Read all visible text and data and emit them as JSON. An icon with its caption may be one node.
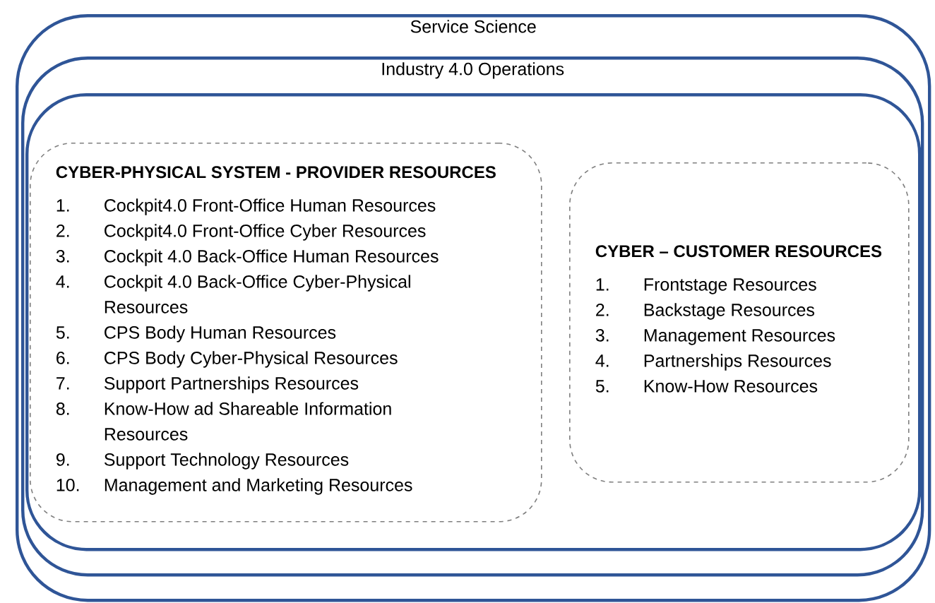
{
  "diagram": {
    "nodes": [
      {
        "text": [
          "Service Science"
        ]
      },
      {
        "text": [
          "Industry 4.0 Operations"
        ]
      },
      {
        "text": [],
        "shape": "box"
      },
      {
        "text": [
          "CYBER-PHYSICAL SYSTEM - PROVIDER RESOURCES",
          "1.",
          "Cockpit4.0 Front-Office Human Resources",
          "2.",
          "Cockpit4.0 Front-Office Cyber Resources",
          "3.",
          "Cockpit 4.0 Back-Office Human Resources",
          "4.",
          "Cockpit 4.0 Back-Office Cyber-Physical Resources",
          "5.",
          "CPS Body Human Resources",
          "6.",
          "CPS Body Cyber-Physical Resources",
          "7.",
          "Support Partnerships Resources",
          "8.",
          "Know-How ad Shareable Information Resources",
          "9.",
          "Support Technology Resources",
          "10.",
          "Management and Marketing Resources"
        ],
        "in": 2
      },
      {
        "text": [
          "CYBER – CUSTOMER RESOURCES",
          "1.",
          "Frontstage Resources",
          "2.",
          "Backstage Resources",
          "3.",
          "Management Resources",
          "4.",
          "Partnerships Resources",
          "5.",
          "Know-How Resources"
        ],
        "in": 2
      }
    ]
  }
}
